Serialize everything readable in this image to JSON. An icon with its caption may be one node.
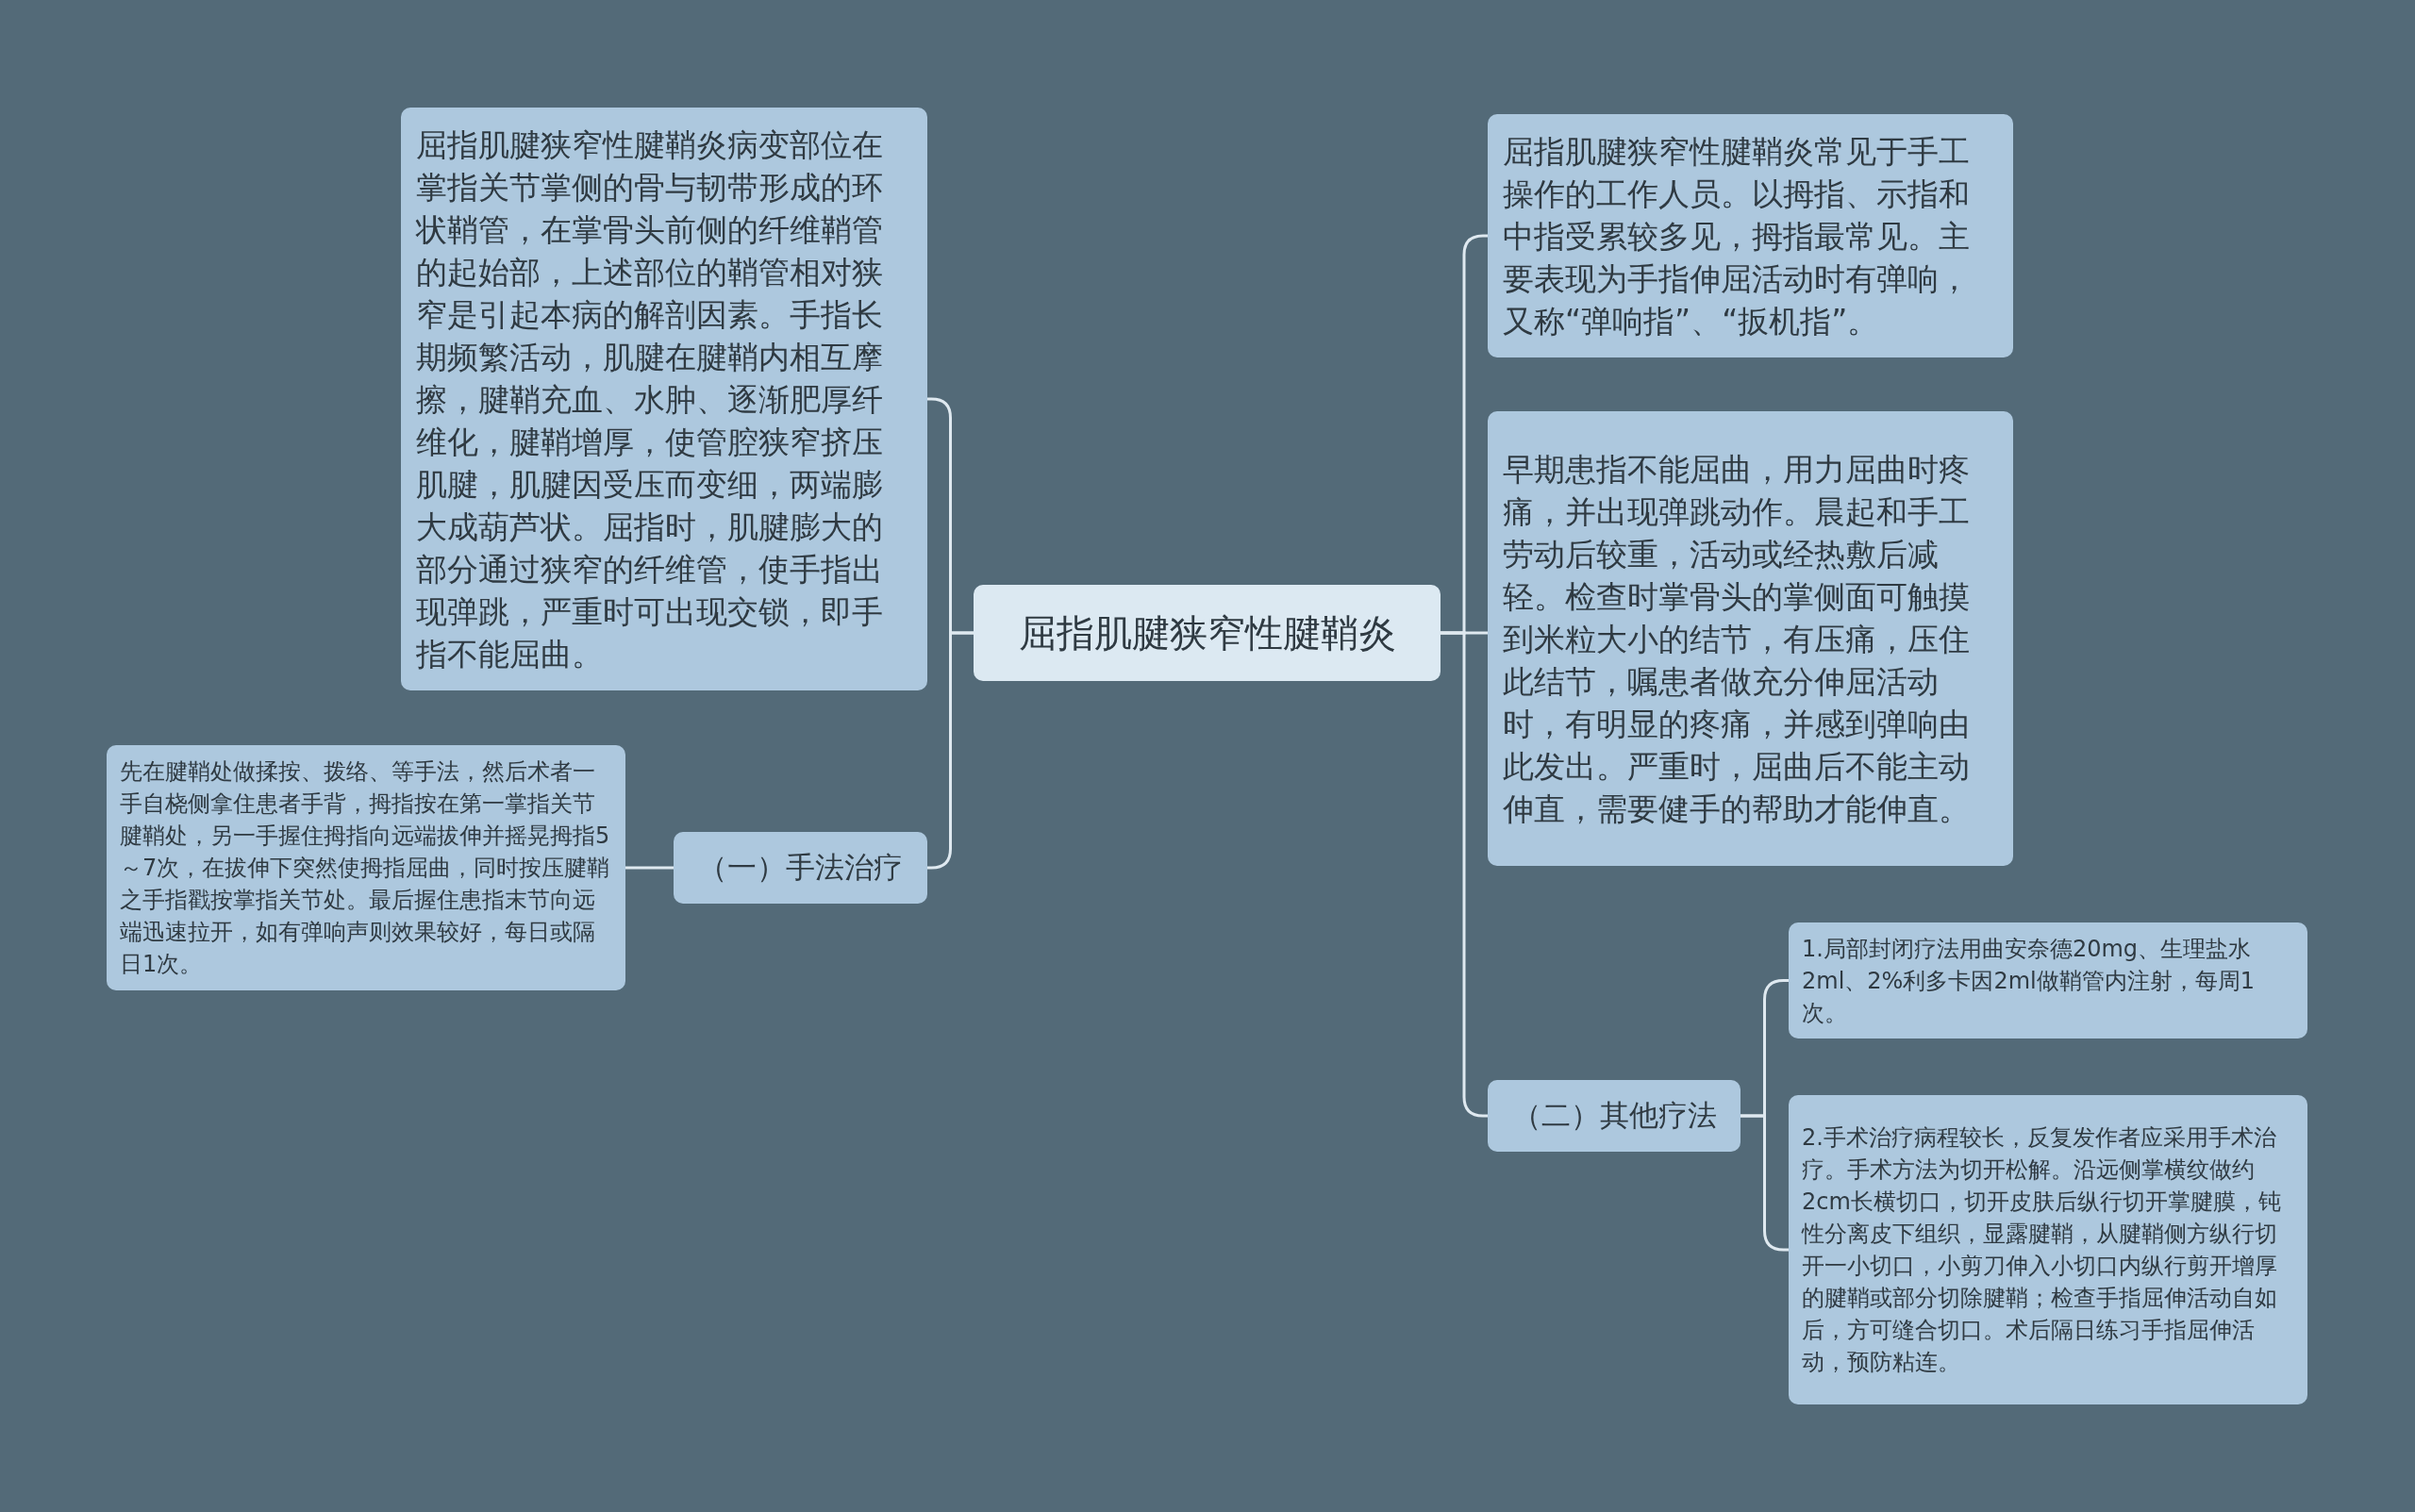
{
  "diagram": {
    "nodes": [
      {
        "text": [
          "屈指肌腱狭窄性腱鞘炎"
        ]
      },
      {
        "text": [
          "屈指肌腱狭窄性腱鞘炎病变部位在掌指关节掌侧的骨与韧带形成的环状鞘管，在掌骨头前侧的纤维鞘管的起始部，上述部位的鞘管相对狭窄是引起本病的解剖因素。手指长期频繁活动，肌腱在腱鞘内相互摩擦，腱鞘充血、水肿、逐渐肥厚纤维化，腱鞘增厚，使管腔狭窄挤压肌腱，肌腱因受压而变细，两端膨大成葫芦状。屈指时，肌腱膨大的部分通过狭窄的纤维管，使手指出现弹跳，严重时可出现交锁，即手指不能屈曲。"
        ]
      },
      {
        "text": [
          "（一）手法治疗"
        ]
      },
      {
        "text": [
          "先在腱鞘处做揉按、拨络、等手法，然后术者一手自桡侧拿住患者手背，拇指按在第一掌指关节腱鞘处，另一手握住拇指向远端拔伸并摇晃拇指5～7次，在拔伸下突然使拇指屈曲，同时按压腱鞘之手指戳按掌指关节处。最后握住患指末节向远端迅速拉开，如有弹响声则效果较好，每日或隔日1次。"
        ]
      },
      {
        "text": [
          "屈指肌腱狭窄性腱鞘炎常见于手工操作的工作人员。以拇指、示指和中指受累较多见，拇指最常见。主要表现为手指伸屈活动时有弹响，又称“弹响指”、“扳机指”。"
        ]
      },
      {
        "text": [
          "早期患指不能屈曲，用力屈曲时疼痛，并出现弹跳动作。晨起和手工劳动后较重，活动或经热敷后减轻。检查时掌骨头的掌侧面可触摸到米粒大小的结节，有压痛，压住此结节，嘱患者做充分伸屈活动时，有明显的疼痛，并感到弹响由此发出。严重时，屈曲后不能主动伸直，需要健手的帮助才能伸直。"
        ]
      },
      {
        "text": [
          "（二）其他疗法"
        ]
      },
      {
        "text": [
          "1.局部封闭疗法用曲安奈德20mg、生理盐水2ml、2%利多卡因2ml做鞘管内注射，每周1次。"
        ]
      },
      {
        "text": [
          "2.手术治疗病程较长，反复发作者应采用手术治疗。手术方法为切开松解。沿远侧掌横纹做约2cm长横切口，切开皮肤后纵行切开掌腱膜，钝性分离皮下组织，显露腱鞘，从腱鞘侧方纵行切开一小切口，小剪刀伸入小切口内纵行剪开增厚的腱鞘或部分切除腱鞘；检查手指屈伸活动自如后，方可缝合切口。术后隔日练习手指屈伸活动，预防粘连。"
        ]
      }
    ],
    "edges": [
      {
        "from": 0,
        "to": 1,
        "arrow": "none"
      },
      {
        "from": 0,
        "to": 2,
        "arrow": "none"
      },
      {
        "from": 2,
        "to": 3,
        "arrow": "none"
      },
      {
        "from": 0,
        "to": 4,
        "arrow": "none"
      },
      {
        "from": 0,
        "to": 5,
        "arrow": "none"
      },
      {
        "from": 0,
        "to": 6,
        "arrow": "none"
      },
      {
        "from": 6,
        "to": 7,
        "arrow": "none"
      },
      {
        "from": 6,
        "to": 8,
        "arrow": "none"
      }
    ]
  }
}
